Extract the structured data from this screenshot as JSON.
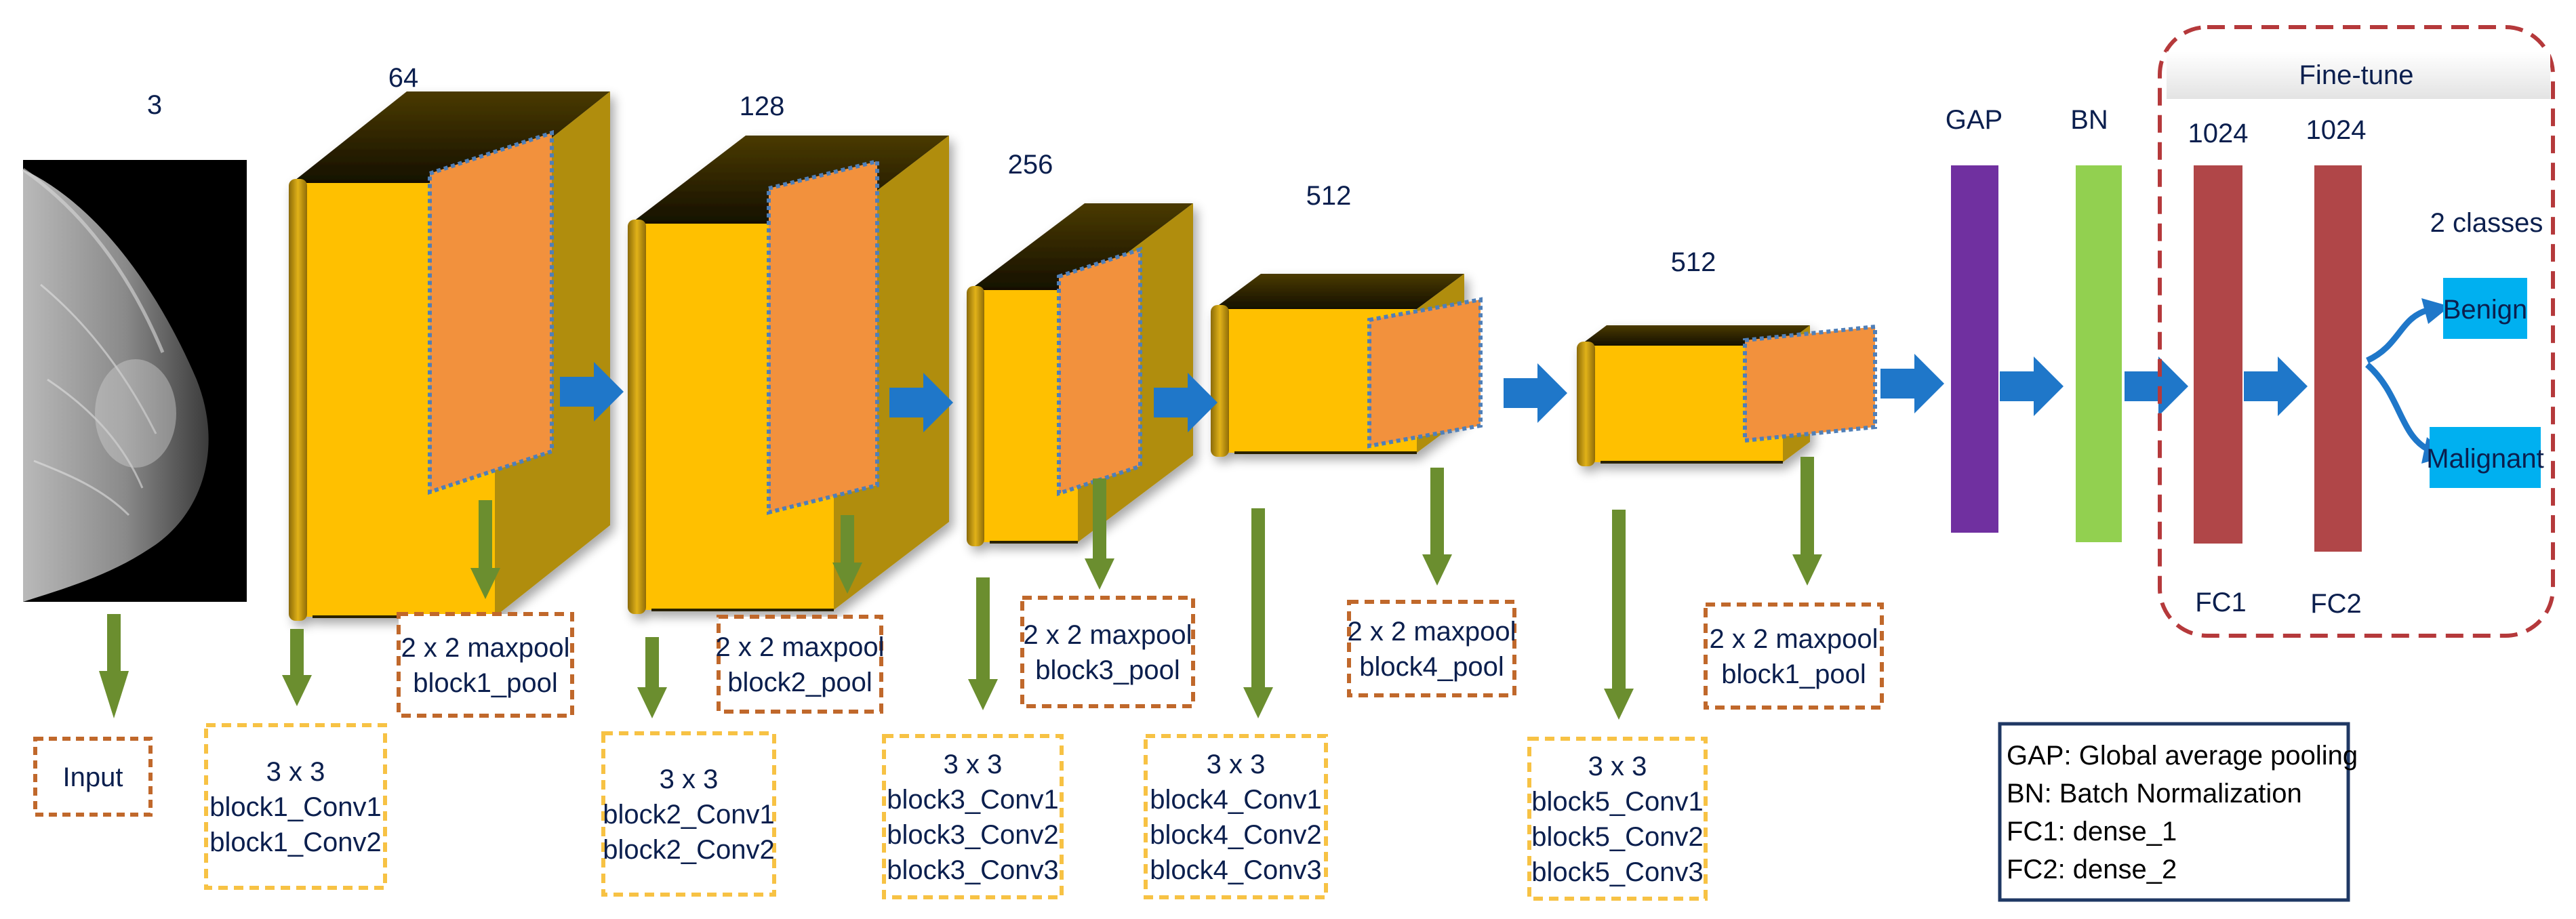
{
  "input": {
    "channels": "3",
    "label": "Input"
  },
  "blocks": [
    {
      "filters": "64",
      "conv_lines": [
        "3 x 3",
        "block1_Conv1",
        "block1_Conv2"
      ],
      "pool_lines": [
        "2 x 2 maxpool",
        "block1_pool"
      ]
    },
    {
      "filters": "128",
      "conv_lines": [
        "3 x 3",
        "block2_Conv1",
        "block2_Conv2"
      ],
      "pool_lines": [
        "2 x 2 maxpool",
        "block2_pool"
      ]
    },
    {
      "filters": "256",
      "conv_lines": [
        "3 x 3",
        "block3_Conv1",
        "block3_Conv2",
        "block3_Conv3"
      ],
      "pool_lines": [
        "2 x 2 maxpool",
        "block3_pool"
      ]
    },
    {
      "filters": "512",
      "conv_lines": [
        "3 x 3",
        "block4_Conv1",
        "block4_Conv2",
        "block4_Conv3"
      ],
      "pool_lines": [
        "2 x 2 maxpool",
        "block4_pool"
      ]
    },
    {
      "filters": "512",
      "conv_lines": [
        "3 x 3",
        "block5_Conv1",
        "block5_Conv2",
        "block5_Conv3"
      ],
      "pool_lines": [
        "2 x 2 maxpool",
        "block1_pool"
      ]
    }
  ],
  "gap": {
    "label": "GAP",
    "color": "#7030a0"
  },
  "bn": {
    "label": "BN",
    "color": "#92d050"
  },
  "finetune": {
    "title": "Fine-tune",
    "fc1": {
      "units": "1024",
      "label": "FC1"
    },
    "fc2": {
      "units": "1024",
      "label": "FC2"
    },
    "classes_title": "2 classes",
    "outputs": [
      "Benign",
      "Malignant"
    ]
  },
  "legend": [
    "GAP: Global average pooling",
    "BN: Batch Normalization",
    "FC1: dense_1",
    "FC2: dense_2"
  ],
  "colors": {
    "conv_face": "#ffc000",
    "conv_side": "#b08d0b",
    "conv_top": "#2a2000",
    "pool_face": "#f2913d",
    "pool_border": "#4f7fb8",
    "arrow_blue": "#1f77c9",
    "arrow_green": "#6b8e2f",
    "conv_box_border": "#f7c244",
    "pool_box_border": "#c0682b",
    "fc_color": "#b04648",
    "finetune_border": "#b5393b",
    "output_box": "#00b0f0",
    "text": "#0b1f4e"
  }
}
